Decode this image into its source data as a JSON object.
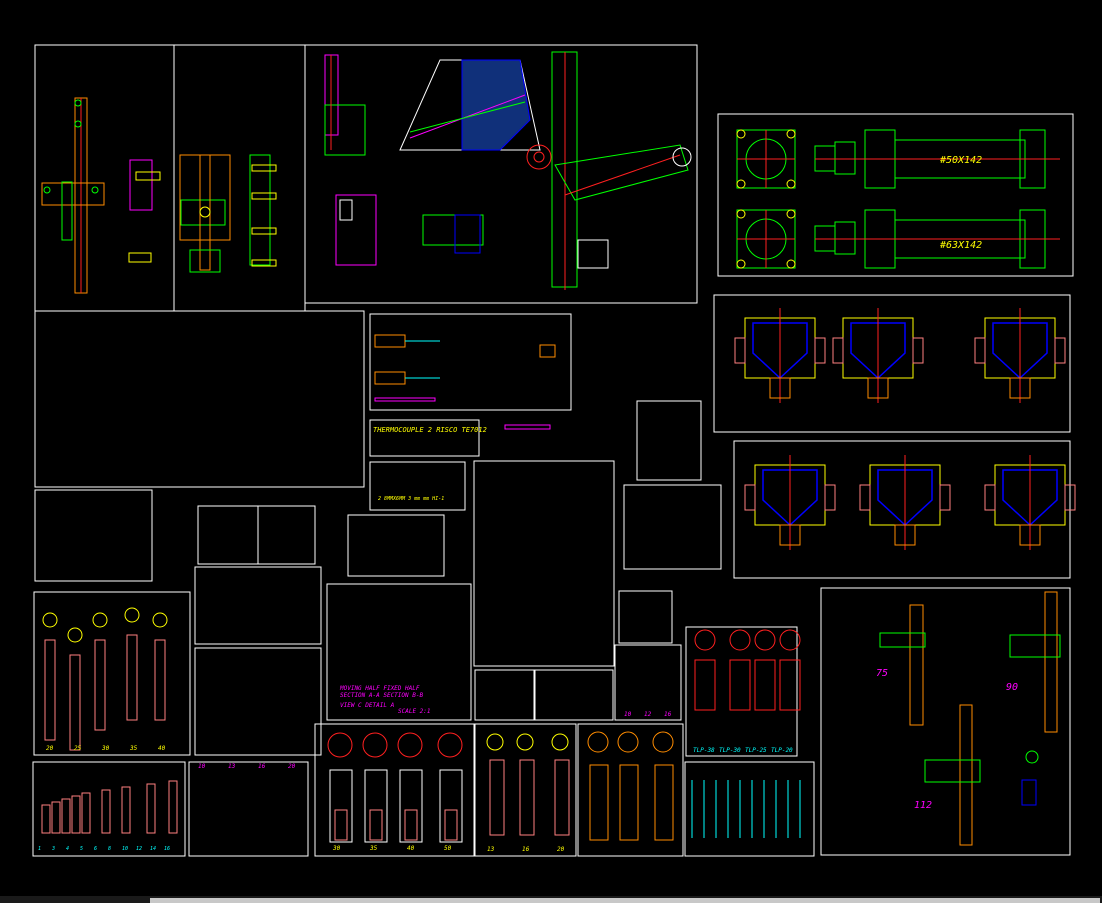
{
  "viewport": {
    "background": "#000000"
  },
  "colors": {
    "frame": "#ffffff",
    "green": "#00ff00",
    "red": "#ff2020",
    "yellow": "#ffff00",
    "cyan": "#00ffff",
    "blue": "#0000ff",
    "magenta": "#ff00ff",
    "orange": "#ff8c00",
    "pink": "#ff8080"
  },
  "labels": {
    "cyl_top": "#50X142",
    "cyl_bottom": "#63X142",
    "thermocouple": "THERMOCOUPLE 2 RISCO TE7012",
    "thermo_sub": "2  8MMX6MM 3  mm mm  HI-1",
    "part_75": "75",
    "part_90": "90",
    "part_112": "112",
    "moving_half": "MOVING HALF   FIXED HALF",
    "section_line": "SECTION A-A   SECTION B-B",
    "view_c": "VIEW C    DETAIL A",
    "scale": "SCALE 2:1",
    "tlp_labels": [
      "TLP-38",
      "TLP-30",
      "TLP-25",
      "TLP-20"
    ],
    "pin_labels_1": [
      "20",
      "25",
      "30",
      "35",
      "40"
    ],
    "pin_labels_2": [
      "1",
      "3",
      "4",
      "5",
      "6",
      "8",
      "10",
      "12",
      "14",
      "16"
    ],
    "pin_labels_3": [
      "10",
      "13",
      "16",
      "20"
    ],
    "pin_labels_4": [
      "30",
      "35",
      "40",
      "50"
    ],
    "pin_labels_5": [
      "13",
      "16",
      "20"
    ],
    "plate_labels": [
      "10",
      "12",
      "16"
    ]
  }
}
